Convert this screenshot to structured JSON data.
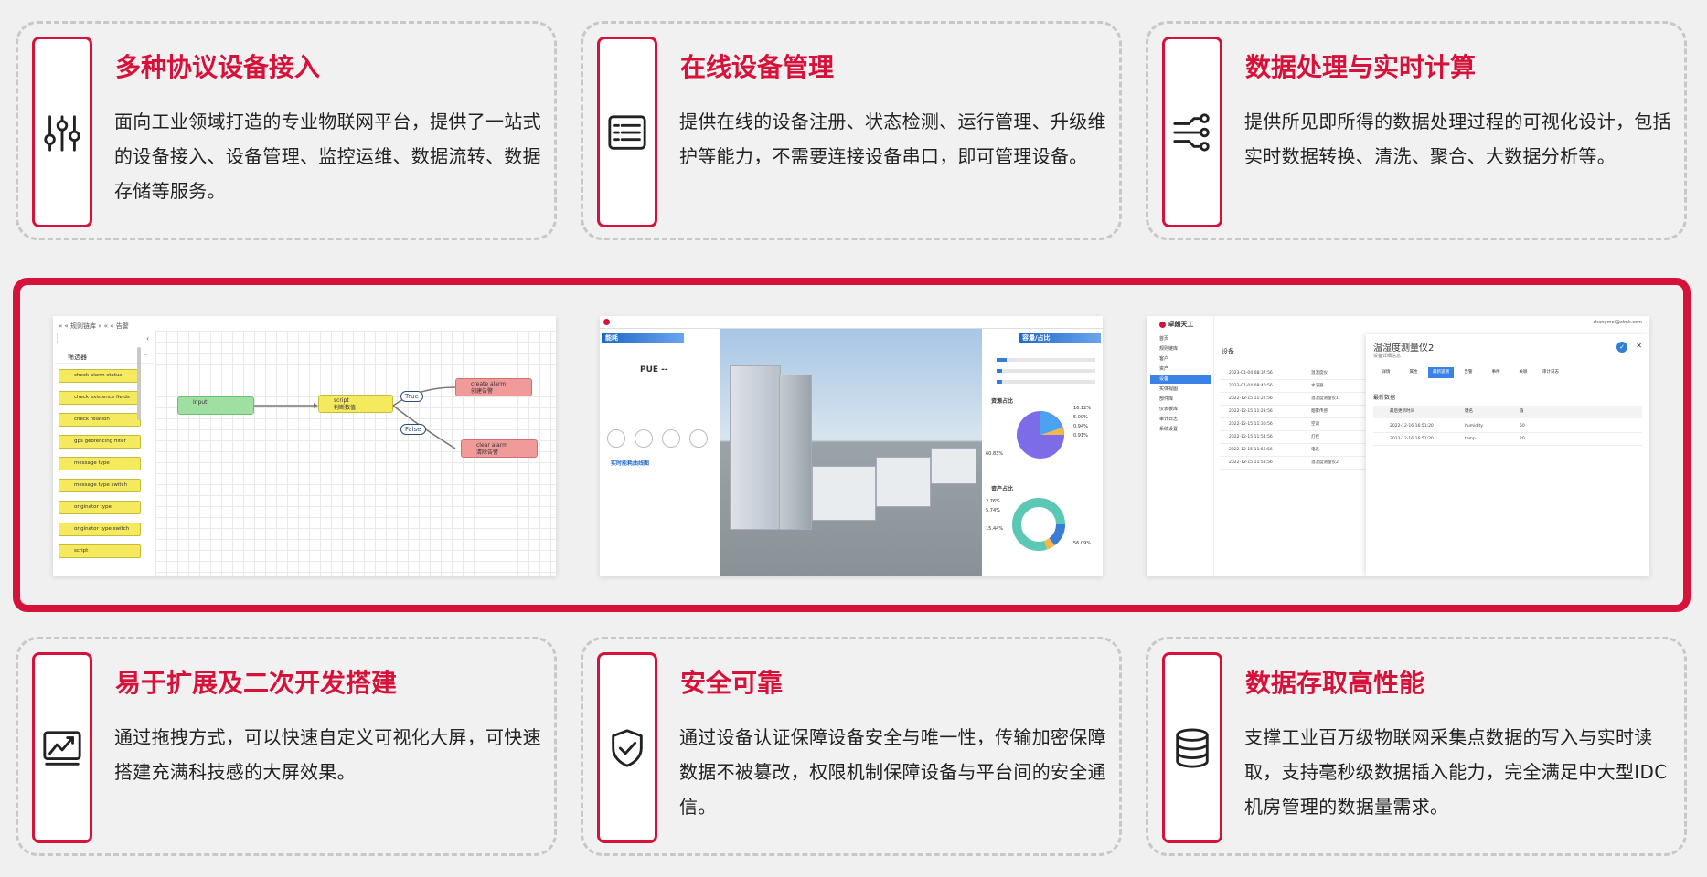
{
  "features_top": [
    {
      "title": "多种协议设备接入",
      "desc": "面向工业领域打造的专业物联网平台，提供了一站式的设备接入、设备管理、监控运维、数据流转、数据存储等服务。",
      "icon": "sliders-icon"
    },
    {
      "title": "在线设备管理",
      "desc": "提供在线的设备注册、状态检测、运行管理、升级维护等能力，不需要连接设备串口，即可管理设备。",
      "icon": "list-icon"
    },
    {
      "title": "数据处理与实时计算",
      "desc": "提供所见即所得的数据处理过程的可视化设计，包括实时数据转换、清洗、聚合、大数据分析等。",
      "icon": "circuit-icon"
    }
  ],
  "features_bottom": [
    {
      "title": "易于扩展及二次开发搭建",
      "desc": "通过拖拽方式，可以快速自定义可视化大屏，可快速搭建充满科技感的大屏效果。",
      "icon": "chart-trend-icon"
    },
    {
      "title": "安全可靠",
      "desc": "通过设备认证保障设备安全与唯一性，传输加密保障数据不被篡改，权限机制保障设备与平台间的安全通信。",
      "icon": "shield-check-icon"
    },
    {
      "title": "数据存取高性能",
      "desc": "支撑工业百万级物联网采集点数据的写入与实时读取，支持毫秒级数据插入能力，完全满足中大型IDC机房管理的数据量需求。",
      "icon": "database-icon"
    }
  ],
  "rule_chain": {
    "breadcrumb": "« « 规则链库 » « « 告警",
    "filter_label": "筛选器",
    "nodes": [
      "check alarm status",
      "check existence fields",
      "check relation",
      "gps geofencing filter",
      "message type",
      "message type switch",
      "originator type",
      "originator type switch",
      "script"
    ],
    "flow": {
      "input": "Input",
      "script_label": "script",
      "script_sub": "判断数值",
      "true_label": "True",
      "false_label": "False",
      "create_label": "create alarm",
      "create_sub": "创建告警",
      "clear_label": "clear alarm",
      "clear_sub": "清除告警"
    }
  },
  "dashboard": {
    "left_title": "能耗",
    "pue": "PUE --",
    "right_title": "容量/占比",
    "right_sub1": "资源占比",
    "right_sub2": "资产占比",
    "realtime": "实时能耗曲线图",
    "pie_values": [
      "16.12%",
      "5.09%",
      "0.94%",
      "0.91%",
      "60.83%"
    ],
    "donut_values": [
      "2.76%",
      "5.74%",
      "15.44%",
      "56.09%"
    ]
  },
  "device": {
    "brand": "卓朗天工",
    "user": "zhangmei@zlmk.com",
    "menu": [
      "首页",
      "规则链库",
      "客户",
      "资产",
      "设备",
      "实体视图",
      "部件库",
      "仪表板库",
      "审计日志",
      "系统设置"
    ],
    "section": "设备",
    "panel_title": "温湿度测量仪2",
    "panel_sub": "设备详细信息",
    "tabs": [
      "详情",
      "属性",
      "最新遥测",
      "告警",
      "事件",
      "关联",
      "审计日志"
    ],
    "latest": "最新数据",
    "col_time": "最后更新时间",
    "col_key": "键名",
    "col_value": "值",
    "rows": [
      {
        "time": "2022-12-16 16:51:20",
        "key": "humidity",
        "value": "50"
      },
      {
        "time": "2022-12-16 16:51:20",
        "key": "temp",
        "value": "20"
      }
    ],
    "table_times": [
      "2023-01-04 08:37:56",
      "2023-01-04 08:40:56",
      "2022-12-15 11:22:56",
      "2022-12-15 11:23:56",
      "2022-12-15 11:30:56",
      "2022-12-15 11:54:56",
      "2022-12-15 11:56:56",
      "2022-12-15 11:58:56"
    ],
    "table_names": [
      "温湿度仪",
      "水浸器",
      "温湿度测量仪1",
      "烟雾传感",
      "空调",
      "灯控",
      "电表",
      "温湿度测量仪2"
    ]
  },
  "colors": {
    "accent": "#d6123a",
    "text": "#222222"
  }
}
